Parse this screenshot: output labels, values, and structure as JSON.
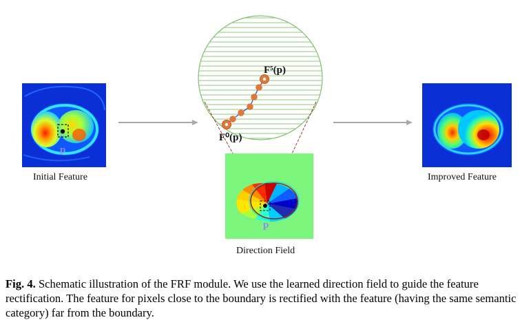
{
  "labels": {
    "initial": "Initial Feature",
    "improved": "Improved Feature",
    "direction": "Direction Field",
    "f5": "F⁵(p)",
    "f0": "F⁰(p)",
    "p_initial": "p",
    "p_direction": "p"
  },
  "caption": {
    "prefix": "Fig. 4.",
    "text": " Schematic illustration of the FRF module. We use the learned direction field to guide the feature rectification. The feature for pixels close to the boundary is rectified with the feature (having the same semantic category) far from the boundary."
  },
  "colors": {
    "arrow": "#a9a9a9",
    "zoom_circle_stroke": "#7fbf6a",
    "zoom_lines": "#8fc97a",
    "step_node": "#e0783a",
    "field_bg": "#7cf57c",
    "heatmap_bg": "#0a2fd6",
    "connector": "#8b2b1a"
  }
}
